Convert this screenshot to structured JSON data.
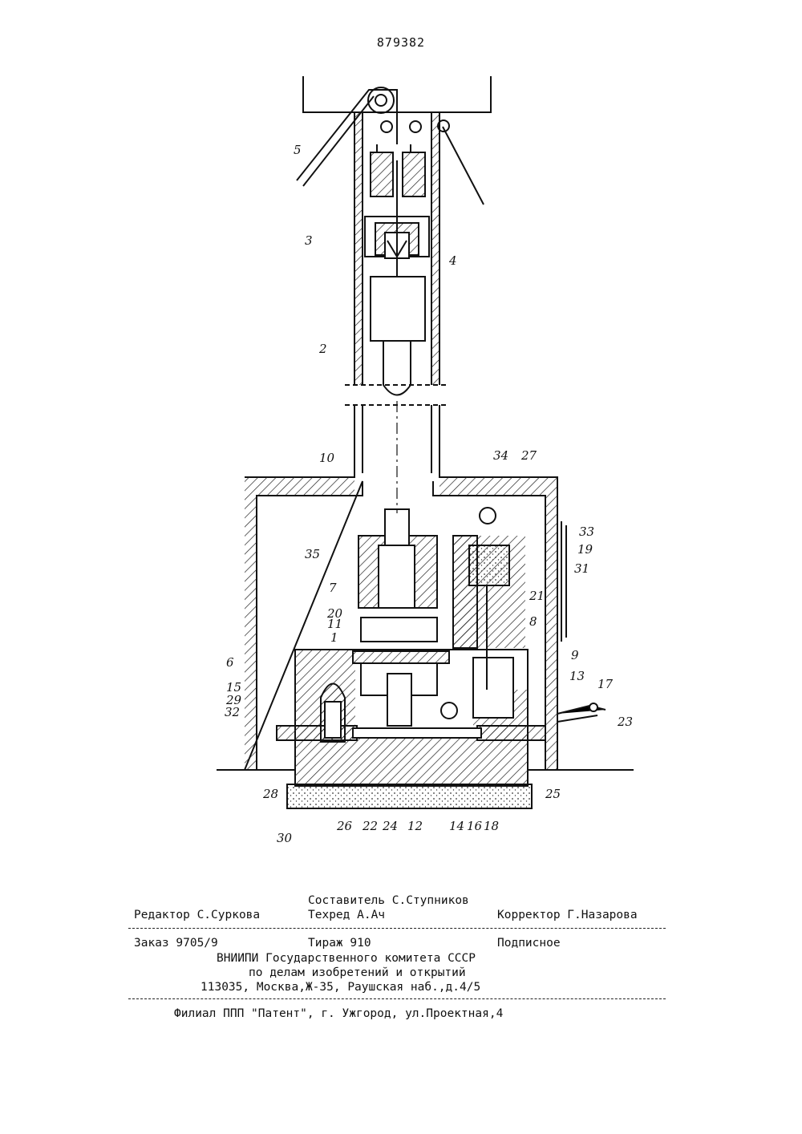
{
  "page_number": "879382",
  "figure_labels": [
    "5",
    "3",
    "4",
    "2",
    "10",
    "34",
    "27",
    "35",
    "33",
    "19",
    "31",
    "7",
    "21",
    "20",
    "11",
    "8",
    "1",
    "6",
    "9",
    "15",
    "13",
    "17",
    "29",
    "32",
    "23",
    "28",
    "25",
    "26",
    "22",
    "24",
    "12",
    "14",
    "16",
    "18",
    "30"
  ],
  "imprint": {
    "compiler": "Составитель С.Ступников",
    "editor": "Редактор С.Суркова",
    "techred": "Техред  А.Ач",
    "corrector": "Корректор Г.Назарова",
    "order": "Заказ 9705/9",
    "circulation": "Тираж 910",
    "subscription": "Подписное",
    "org_line1": "ВНИИПИ Государственного комитета СССР",
    "org_line2": "по делам изобретений и открытий",
    "address": "113035, Москва,Ж-35, Раушская наб.,д.4/5",
    "branch": "Филиал ППП \"Патент\", г. Ужгород, ул.Проектная,4"
  }
}
